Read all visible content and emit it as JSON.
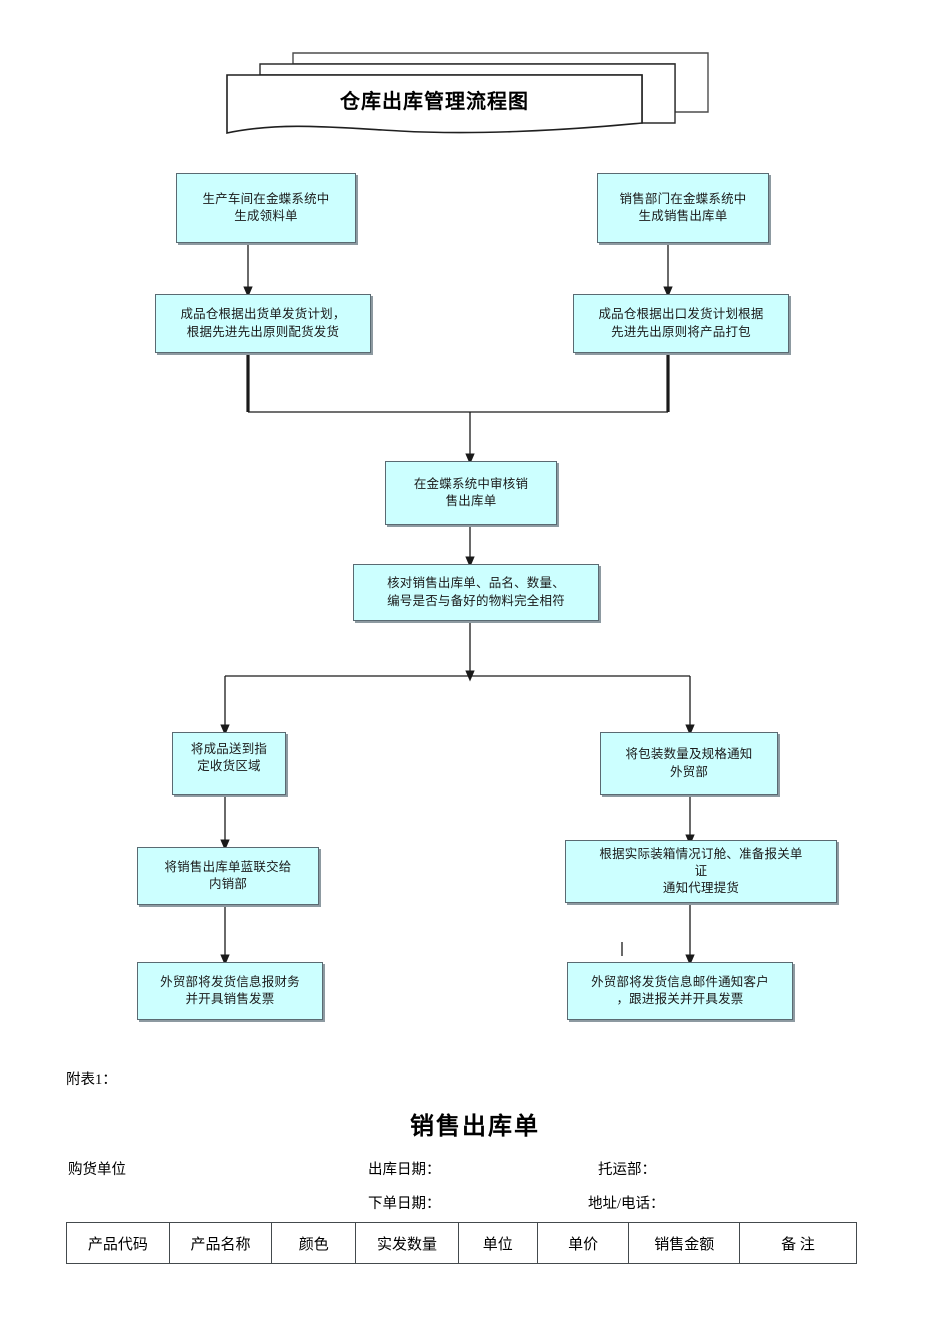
{
  "document": {
    "title": "仓库出库管理流程图"
  },
  "flowchart": {
    "nodes": [
      {
        "id": "n1",
        "label": "生产车间在金蝶系统中\n生成领料单"
      },
      {
        "id": "n2",
        "label": "销售部门在金蝶系统中\n生成销售出库单"
      },
      {
        "id": "n3",
        "label": "成品仓根据出货单发货计划，\n根据先进先出原则配货发货"
      },
      {
        "id": "n4",
        "label": "成品仓根据出口发货计划根据\n先进先出原则将产品打包"
      },
      {
        "id": "n5",
        "label": "在金蝶系统中审核销\n售出库单"
      },
      {
        "id": "n6",
        "label": "核对销售出库单、品名、数量、\n编号是否与备好的物料完全相符"
      },
      {
        "id": "n7",
        "label": "将成品送到指\n定收货区域"
      },
      {
        "id": "n8",
        "label": "将包装数量及规格通知\n外贸部"
      },
      {
        "id": "n9",
        "label": "将销售出库单蓝联交给\n内销部"
      },
      {
        "id": "n10",
        "label": "根据实际装箱情况订舱、准备报关单\n证\n通知代理提货"
      },
      {
        "id": "n11",
        "label": "外贸部将发货信息报财务\n并开具销售发票"
      },
      {
        "id": "n12",
        "label": "外贸部将发货信息邮件通知客户\n，跟进报关并开具发票"
      }
    ],
    "colors": {
      "node_fill": "#CCFFFF",
      "node_border": "#5a6a72",
      "connector": "#1a1a1a",
      "banner_border": "#222222",
      "page_background": "#FFFFFF"
    }
  },
  "form": {
    "attachment_label": "附表1：",
    "title": "销售出库单",
    "fields": {
      "buyer": "购货单位",
      "out_date": "出库日期：",
      "carrier": "托运部：",
      "order_date": "下单日期：",
      "address_phone": "地址/电话："
    },
    "table": {
      "columns": [
        "产品代码",
        "产品名称",
        "颜色",
        "实发数量",
        "单位",
        "单价",
        "销售金额",
        "备 注"
      ]
    }
  }
}
